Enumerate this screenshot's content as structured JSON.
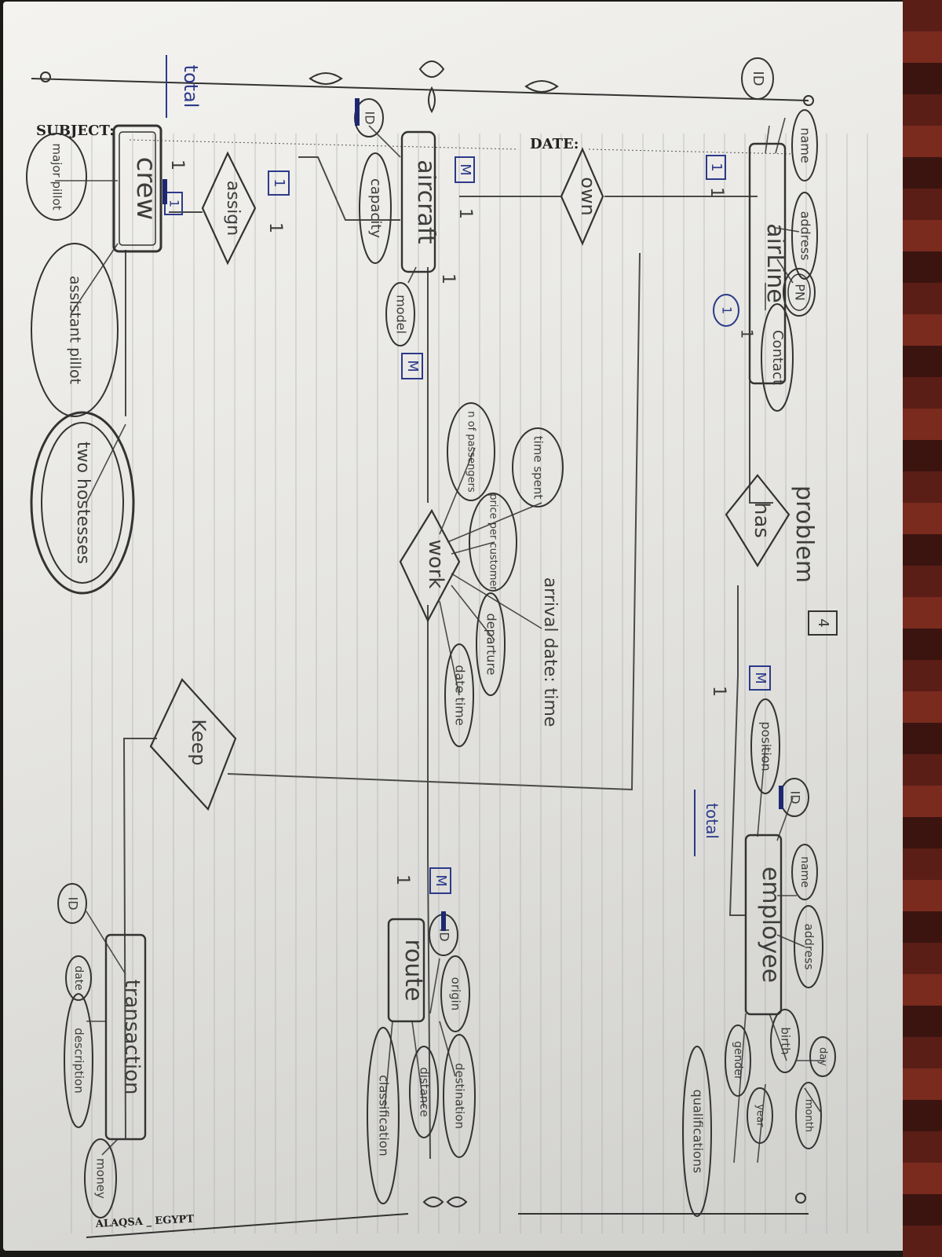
{
  "paper": {
    "subject_label": "SUBJECT:",
    "date_label": "DATE:",
    "brand": "ALAQSA _ EGYPT"
  },
  "title": "problem",
  "problem_number": "4",
  "entities": {
    "airline": "airLine",
    "aircraft": "aircraft",
    "crew": "crew",
    "employee": "employee",
    "route": "route",
    "transaction": "transaction"
  },
  "relationships": {
    "own": "own",
    "has": "has",
    "assign": "assign",
    "work": "work",
    "keep": "Keep"
  },
  "attributes": {
    "airline_name": "name",
    "airline_address": "address",
    "airline_pn": "PN",
    "airline_contact": "Contact",
    "airline_id": "ID",
    "aircraft_id": "ID",
    "aircraft_capacity": "capacity",
    "aircraft_model": "model",
    "crew_major_pilot": "major pillot",
    "crew_assistant_pilot": "assistant pillot",
    "crew_two_hostesses": "two hostesses",
    "work_time_spent": "time spent",
    "work_n_of_passengers": "n of passengers",
    "work_price": "price per customer",
    "work_departure": "departure",
    "work_arrival": "arrival date: time",
    "work_date_time": "date time",
    "employee_id": "ID",
    "employee_position": "position",
    "employee_name": "name",
    "employee_address": "address",
    "employee_birth": "birth",
    "employee_day": "day",
    "employee_month": "month",
    "employee_year": "year",
    "employee_gender": "gender",
    "employee_qualifications": "qualifications",
    "route_id": "ID",
    "route_origin": "origin",
    "route_destination": "destination",
    "route_distance": "distance",
    "route_classification": "classification",
    "transaction_id": "ID",
    "transaction_date": "date",
    "transaction_description": "description",
    "transaction_money": "money"
  },
  "cardinalities": {
    "airline_own_boxed": "1",
    "airline_own_plain": "1",
    "aircraft_own_boxed": "M",
    "aircraft_own_plain": "1",
    "airline_has_boxed": "1",
    "airline_has_plain": "1",
    "employee_has_boxed": "M",
    "employee_has_plain": "1",
    "aircraft_assign_boxed": "1",
    "aircraft_assign_plain": "1",
    "crew_assign_plain": "1",
    "crew_assign_boxed": "1",
    "aircraft_work_plain": "1",
    "aircraft_work_boxed": "M",
    "route_work_boxed": "M",
    "route_work_plain": "1"
  },
  "participation_notes": {
    "crew_total": "total",
    "employee_total": "total"
  }
}
